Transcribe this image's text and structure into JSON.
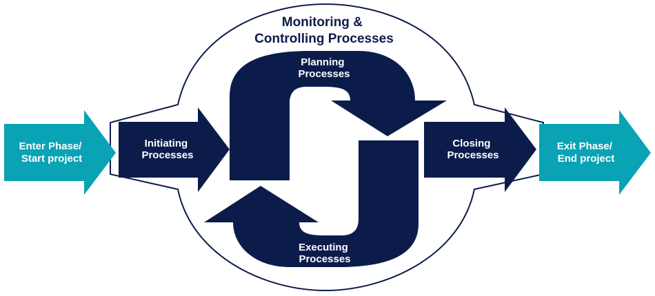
{
  "colors": {
    "navy": "#0c1c4a",
    "teal": "#0aa3b5",
    "white": "#ffffff"
  },
  "diagram": {
    "monitoring": {
      "line1": "Monitoring &",
      "line2": "Controlling Processes"
    },
    "enter": {
      "line1": "Enter Phase/",
      "line2": "Start project"
    },
    "initiating": {
      "line1": "Initiating",
      "line2": "Processes"
    },
    "planning": {
      "line1": "Planning",
      "line2": "Processes"
    },
    "executing": {
      "line1": "Executing",
      "line2": "Processes"
    },
    "closing": {
      "line1": "Closing",
      "line2": "Processes"
    },
    "exit": {
      "line1": "Exit Phase/",
      "line2": "End project"
    }
  }
}
